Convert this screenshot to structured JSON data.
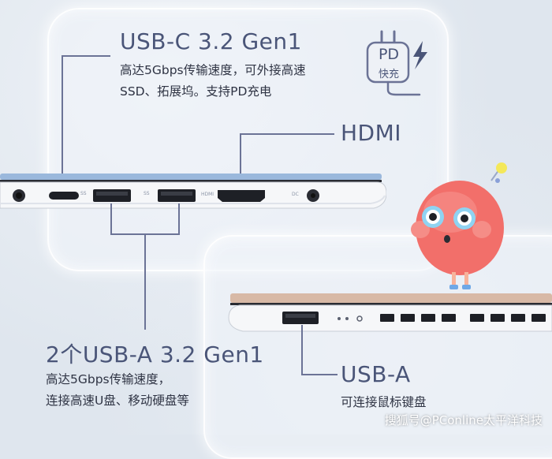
{
  "usb_c": {
    "title": "USB-C 3.2 Gen1",
    "desc_line1": "高达5Gbps传输速度，可外接高速",
    "desc_line2": "SSD、拓展坞。支持PD充电"
  },
  "hdmi": {
    "title": "HDMI"
  },
  "usb_a_left": {
    "title": "2个USB-A 3.2 Gen1",
    "desc_line1": "高达5Gbps传输速度，",
    "desc_line2": "连接高速U盘、移动硬盘等"
  },
  "usb_a_right": {
    "title": "USB-A",
    "desc": "可连接鼠标键盘"
  },
  "pd_badge": {
    "line1": "PD",
    "line2": "快充"
  },
  "port_labels": {
    "usbc": "SS",
    "usba": "SS",
    "hdmi": "HDMI",
    "dc": "DC"
  },
  "watermark": "搜狐号@PConline太平洋科技",
  "colors": {
    "title": "#4a5578",
    "line": "#6b7396",
    "laptop_top_blue": "#9ab8dc",
    "laptop_top_gold": "#d8b9a6",
    "mascot": "#f26f6a"
  }
}
